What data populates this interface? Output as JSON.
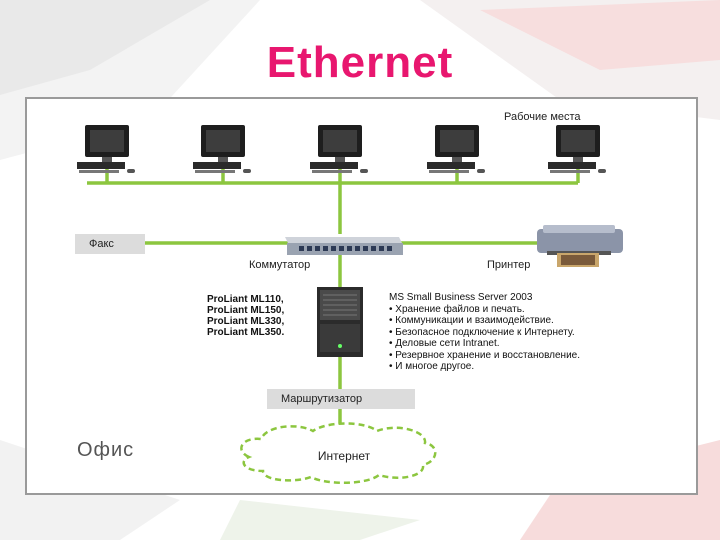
{
  "title": "Ethernet",
  "labels": {
    "workstations": "Рабочие места",
    "fax": "Факс",
    "switch": "Коммутатор",
    "printer": "Принтер",
    "router": "Маршрутизатор",
    "office": "Офис",
    "internet": "Интернет"
  },
  "server_models": [
    "ProLiant ML110,",
    "ProLiant ML150,",
    "ProLiant ML330,",
    "ProLiant ML350."
  ],
  "server_title": "MS Small Business Server 2003",
  "server_features": [
    "Хранение файлов и печать.",
    "Коммуникации и взаимодействие.",
    "Безопасное подключение к Интернету.",
    "Деловые сети Intranet.",
    "Резервное хранение и восстановление.",
    "И многое другое."
  ],
  "colors": {
    "title": "#e8176f",
    "link": "#8cc63f",
    "label_bg": "#dcdcdc"
  }
}
